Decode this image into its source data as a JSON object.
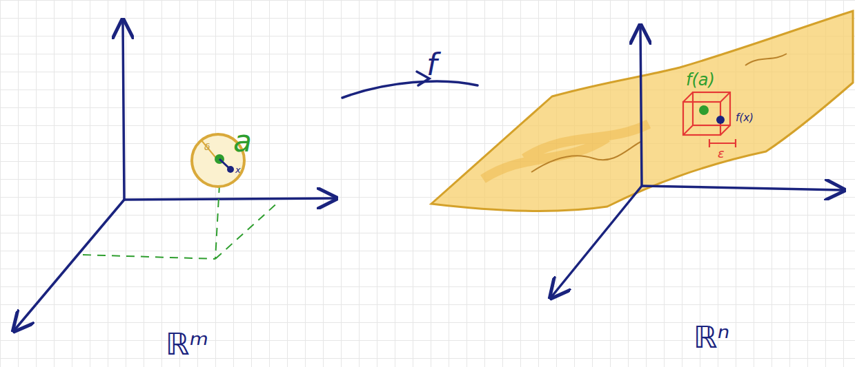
{
  "diagram": {
    "labels": [
      "δ",
      "x",
      "a",
      "ℝᵐ",
      "f",
      "f(a)",
      "f(x)",
      "ε",
      "ℝⁿ"
    ]
  }
}
